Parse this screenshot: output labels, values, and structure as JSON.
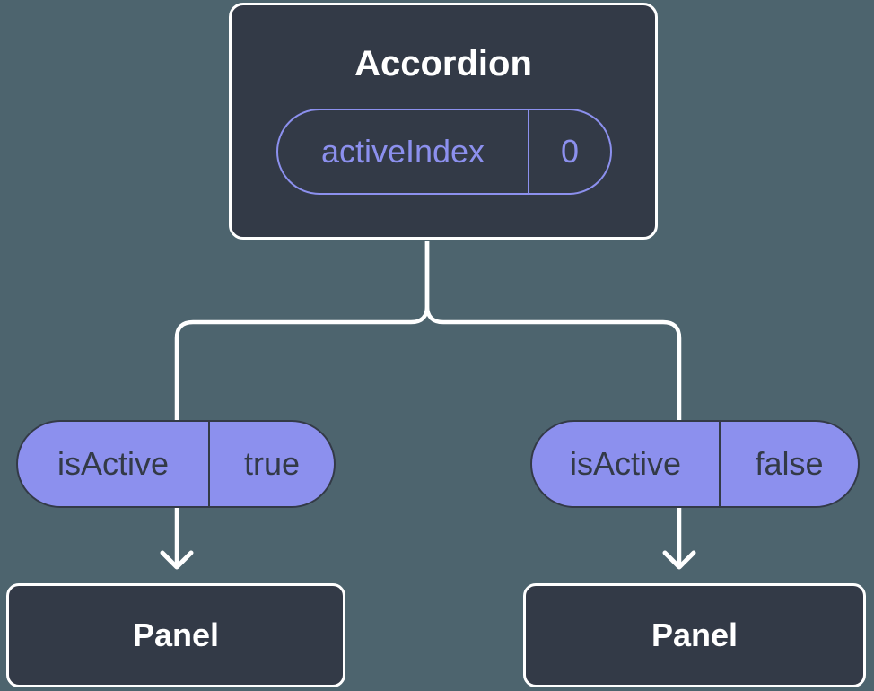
{
  "diagram": {
    "type": "component-tree",
    "root": {
      "title": "Accordion",
      "state": {
        "label": "activeIndex",
        "value": "0"
      }
    },
    "children": [
      {
        "prop": {
          "label": "isActive",
          "value": "true"
        },
        "node": "Panel"
      },
      {
        "prop": {
          "label": "isActive",
          "value": "false"
        },
        "node": "Panel"
      }
    ],
    "colors": {
      "background": "#4D646E",
      "node_fill": "#333A47",
      "node_border": "#FFFFFF",
      "accent_purple": "#8C90EE",
      "pill_text_dark": "#333A47",
      "connector": "#FFFFFF"
    }
  }
}
